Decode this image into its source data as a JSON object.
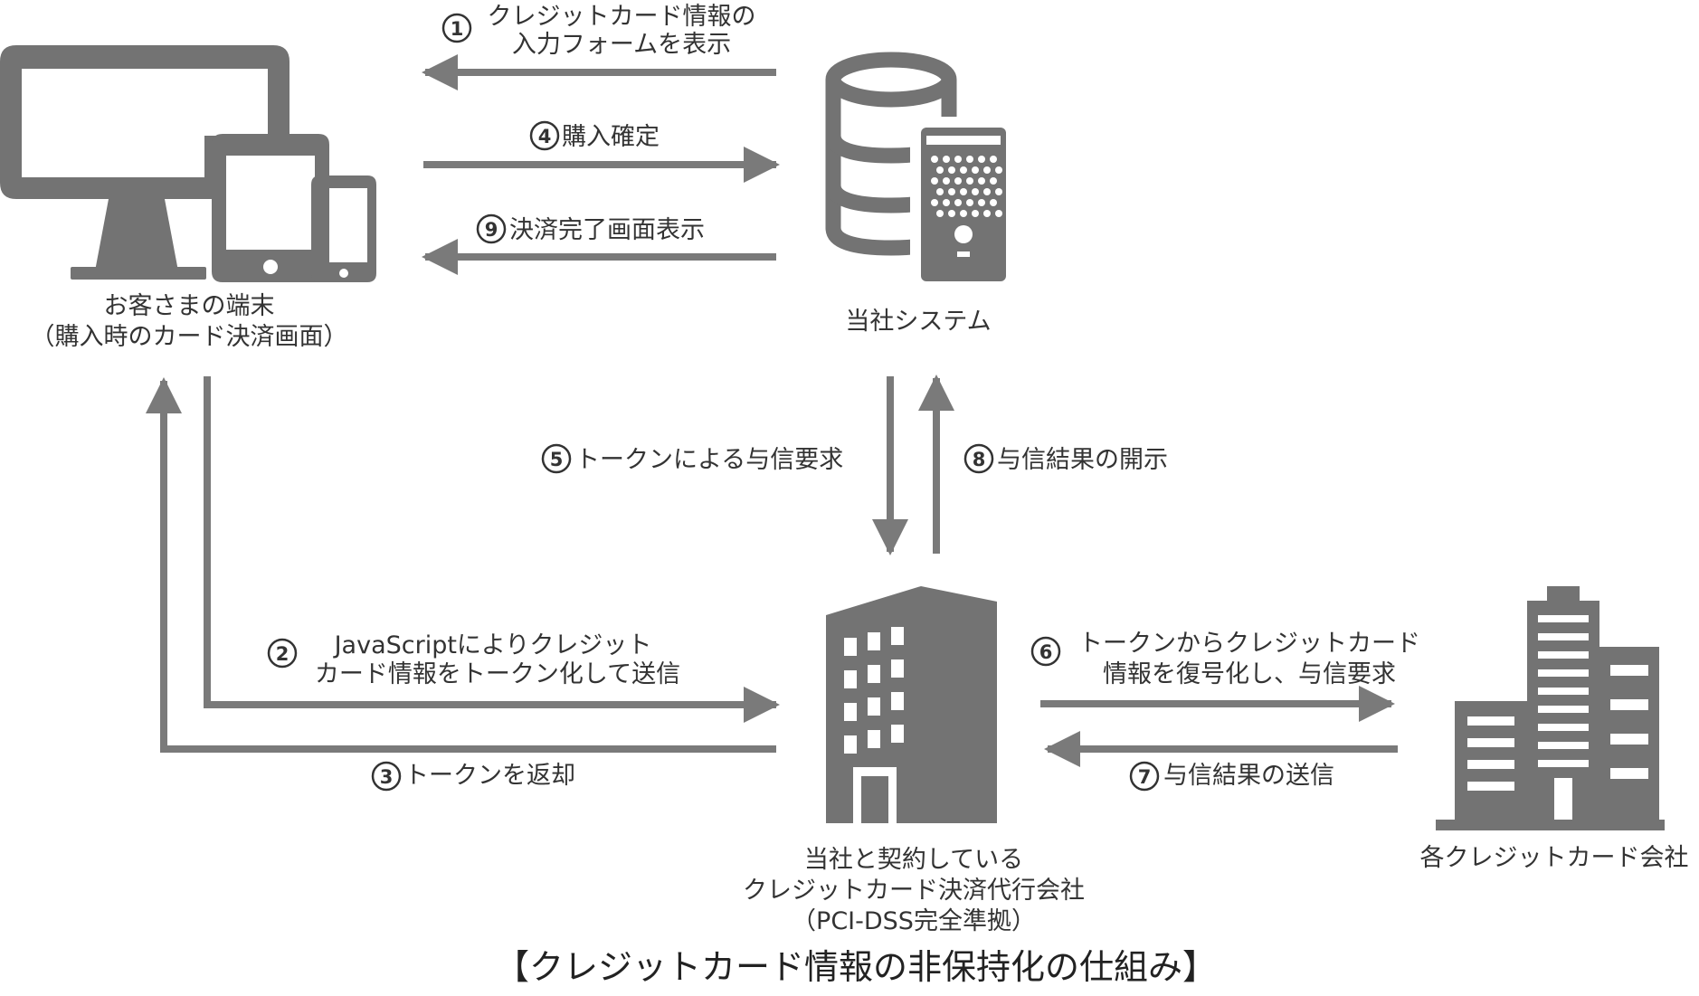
{
  "title": "【クレジットカード情報の非保持化の仕組み】",
  "nodes": {
    "customer": {
      "line1": "お客さまの端末",
      "line2": "（購入時のカード決済画面）"
    },
    "system": {
      "line1": "当社システム"
    },
    "processor": {
      "line1": "当社と契約している",
      "line2": "クレジットカード決済代行会社",
      "line3": "（PCI-DSS完全準拠）"
    },
    "issuers": {
      "line1": "各クレジットカード会社"
    }
  },
  "steps": {
    "s1": {
      "num": "1",
      "line1": "クレジットカード情報の",
      "line2": "入力フォームを表示"
    },
    "s2": {
      "num": "2",
      "line1": "JavaScriptによりクレジット",
      "line2": "カード情報をトークン化して送信"
    },
    "s3": {
      "num": "3",
      "line1": "トークンを返却"
    },
    "s4": {
      "num": "4",
      "line1": "購入確定"
    },
    "s5": {
      "num": "5",
      "line1": "トークンによる与信要求"
    },
    "s6": {
      "num": "6",
      "line1": "トークンからクレジットカード",
      "line2": "情報を復号化し、与信要求"
    },
    "s7": {
      "num": "7",
      "line1": "与信結果の送信"
    },
    "s8": {
      "num": "8",
      "line1": "与信結果の開示"
    },
    "s9": {
      "num": "9",
      "line1": "決済完了画面表示"
    }
  },
  "colors": {
    "icon": "#737373",
    "arrow": "#7a7a7a",
    "text": "#333333"
  }
}
